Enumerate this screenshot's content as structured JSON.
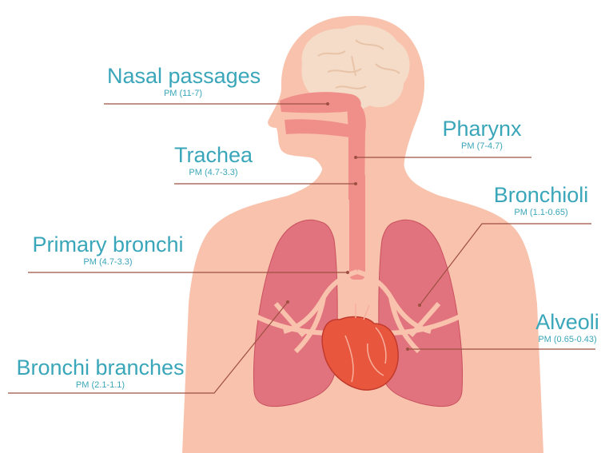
{
  "colors": {
    "skin": "#f9c2ac",
    "airway": "#f08f8a",
    "lung": "#e1737f",
    "lung_dark": "#c9515f",
    "brain": "#f5dcc8",
    "heart": "#e9563e",
    "heart_dark": "#c13a2c",
    "label_text": "#3aa6b9",
    "leader_line": "#9e5040"
  },
  "labels": {
    "nasal": {
      "title": "Nasal passages",
      "pm": "PM (11-7)"
    },
    "pharynx": {
      "title": "Pharynx",
      "pm": "PM (7-4.7)"
    },
    "trachea": {
      "title": "Trachea",
      "pm": "PM (4.7-3.3)"
    },
    "bronchioli": {
      "title": "Bronchioli",
      "pm": "PM (1.1-0.65)"
    },
    "primary": {
      "title": "Primary bronchi",
      "pm": "PM (4.7-3.3)"
    },
    "alveoli": {
      "title": "Alveoli",
      "pm": "PM (0.65-0.43)"
    },
    "branches": {
      "title": "Bronchi branches",
      "pm": "PM (2.1-1.1)"
    }
  }
}
